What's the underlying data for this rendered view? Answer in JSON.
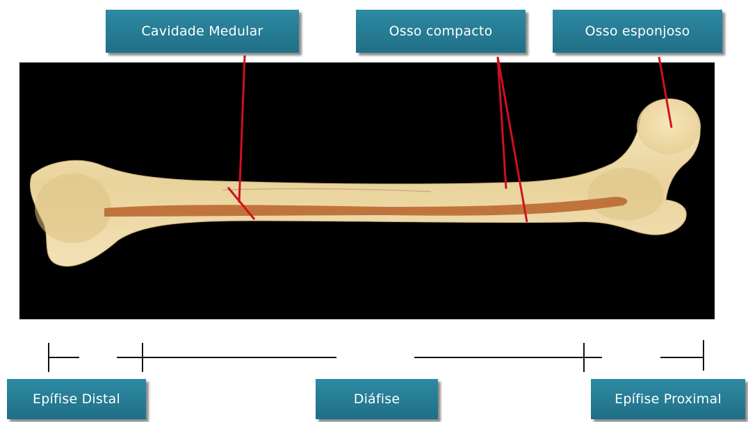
{
  "labels": {
    "cavidade_medular": "Cavidade Medular",
    "osso_compacto": "Osso compacto",
    "osso_esponjoso": "Osso esponjoso",
    "epifise_distal": "Epífise Distal",
    "diafise": "Diáfise",
    "epifise_proximal": "Epífise Proximal"
  },
  "colors": {
    "label_bg": "#2a7f98",
    "label_text": "#ffffff",
    "pointer_line": "#d01020",
    "bone": "#ecd9a6",
    "marrow": "#b8632a",
    "background_photo": "#000000"
  }
}
